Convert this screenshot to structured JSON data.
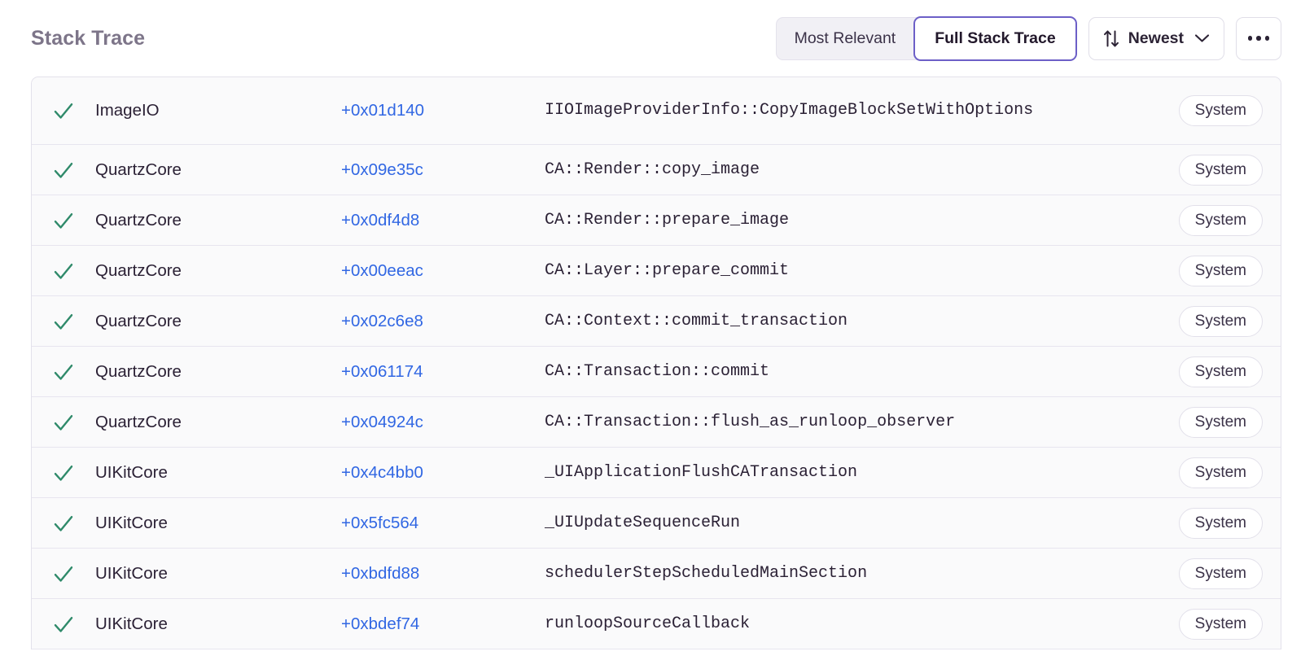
{
  "header": {
    "title": "Stack Trace",
    "segmented": {
      "options": [
        {
          "label": "Most Relevant",
          "selected": false
        },
        {
          "label": "Full Stack Trace",
          "selected": true
        }
      ]
    },
    "sort": {
      "icon": "sort-arrows-icon",
      "label": "Newest",
      "chevron": "chevron-down-icon"
    },
    "more": {
      "icon": "ellipsis-icon",
      "label": "..."
    }
  },
  "colors": {
    "accent_purple": "#6c5fc7",
    "link_blue": "#3167e3",
    "check_green": "#2f8a6a",
    "title_gray": "#7d7589",
    "row_bg": "#fafafb",
    "border": "#e3e1eb"
  },
  "stack_frames": [
    {
      "status_icon": "check-icon",
      "package": "ImageIO",
      "address": "+0x01d140",
      "function": "IIOImageProviderInfo::CopyImageBlockSetWithOptions",
      "badge": "System",
      "wrapped": true
    },
    {
      "status_icon": "check-icon",
      "package": "QuartzCore",
      "address": "+0x09e35c",
      "function": "CA::Render::copy_image",
      "badge": "System",
      "wrapped": false
    },
    {
      "status_icon": "check-icon",
      "package": "QuartzCore",
      "address": "+0x0df4d8",
      "function": "CA::Render::prepare_image",
      "badge": "System",
      "wrapped": false
    },
    {
      "status_icon": "check-icon",
      "package": "QuartzCore",
      "address": "+0x00eeac",
      "function": "CA::Layer::prepare_commit",
      "badge": "System",
      "wrapped": false
    },
    {
      "status_icon": "check-icon",
      "package": "QuartzCore",
      "address": "+0x02c6e8",
      "function": "CA::Context::commit_transaction",
      "badge": "System",
      "wrapped": false
    },
    {
      "status_icon": "check-icon",
      "package": "QuartzCore",
      "address": "+0x061174",
      "function": "CA::Transaction::commit",
      "badge": "System",
      "wrapped": false
    },
    {
      "status_icon": "check-icon",
      "package": "QuartzCore",
      "address": "+0x04924c",
      "function": "CA::Transaction::flush_as_runloop_observer",
      "badge": "System",
      "wrapped": false
    },
    {
      "status_icon": "check-icon",
      "package": "UIKitCore",
      "address": "+0x4c4bb0",
      "function": "_UIApplicationFlushCATransaction",
      "badge": "System",
      "wrapped": false
    },
    {
      "status_icon": "check-icon",
      "package": "UIKitCore",
      "address": "+0x5fc564",
      "function": "_UIUpdateSequenceRun",
      "badge": "System",
      "wrapped": false
    },
    {
      "status_icon": "check-icon",
      "package": "UIKitCore",
      "address": "+0xbdfd88",
      "function": "schedulerStepScheduledMainSection",
      "badge": "System",
      "wrapped": false
    },
    {
      "status_icon": "check-icon",
      "package": "UIKitCore",
      "address": "+0xbdef74",
      "function": "runloopSourceCallback",
      "badge": "System",
      "wrapped": false
    }
  ]
}
